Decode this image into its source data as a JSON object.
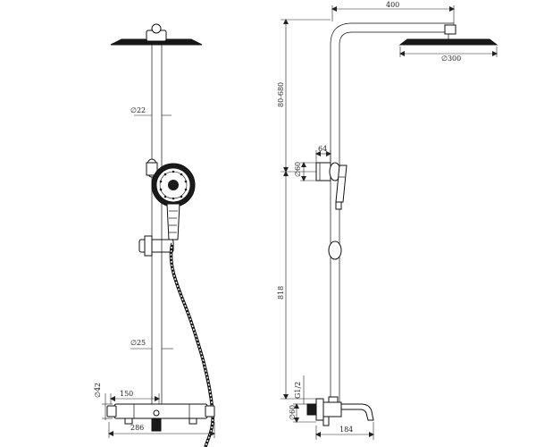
{
  "front_view": {
    "dims": {
      "riser_diameter": "∅22",
      "lower_riser_diameter": "∅25",
      "valve_diameter": "∅42",
      "inlet_spacing": "150",
      "valve_width": "286"
    }
  },
  "side_view": {
    "dims": {
      "arm_length": "400",
      "head_diameter": "∅300",
      "height_adjust": "80-680",
      "holder_offset": "64",
      "holder_diameter": "∅60",
      "riser_height": "818",
      "thread": "G1/2",
      "flange_diameter": "∅60",
      "spout_projection": "184"
    }
  },
  "colors": {
    "line": "#111111",
    "background": "#ffffff"
  }
}
